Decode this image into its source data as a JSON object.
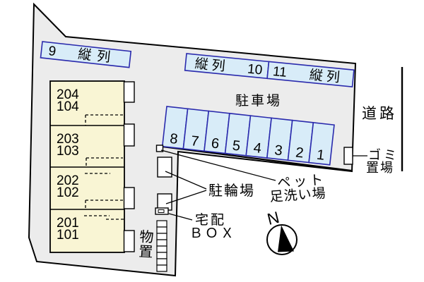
{
  "colors": {
    "background": "#ffffff",
    "site_fill": "#ececec",
    "outline": "#000000",
    "space_fill": "#d8ecf8",
    "space_border": "#2a2aad",
    "building_fill": "#f9f5d4",
    "structure_fill": "#ffffff"
  },
  "labels": {
    "parking_lot": "駐車場",
    "bicycle_parking": "駐輪場",
    "pet_foot_wash_line1": "ペット",
    "pet_foot_wash_line2": "足洗い場",
    "delivery_box_line1": "宅配",
    "delivery_box_line2": "ＢＯＸ",
    "storage_char1": "物",
    "storage_char2": "置",
    "road": "道路",
    "garbage_line1": "ゴミ",
    "garbage_line2": "置場",
    "compass_north": "N"
  },
  "tandem_parking": {
    "space9": {
      "number": "9",
      "label": "縦列"
    },
    "space10": {
      "label": "縦列",
      "number": "10"
    },
    "space11": {
      "number": "11",
      "label": "縦列"
    }
  },
  "parking_space_numbers": [
    "8",
    "7",
    "6",
    "5",
    "4",
    "3",
    "2",
    "1"
  ],
  "building_rooms": [
    {
      "upper": "204",
      "lower": "104"
    },
    {
      "upper": "203",
      "lower": "103"
    },
    {
      "upper": "202",
      "lower": "102"
    },
    {
      "upper": "201",
      "lower": "101"
    }
  ]
}
